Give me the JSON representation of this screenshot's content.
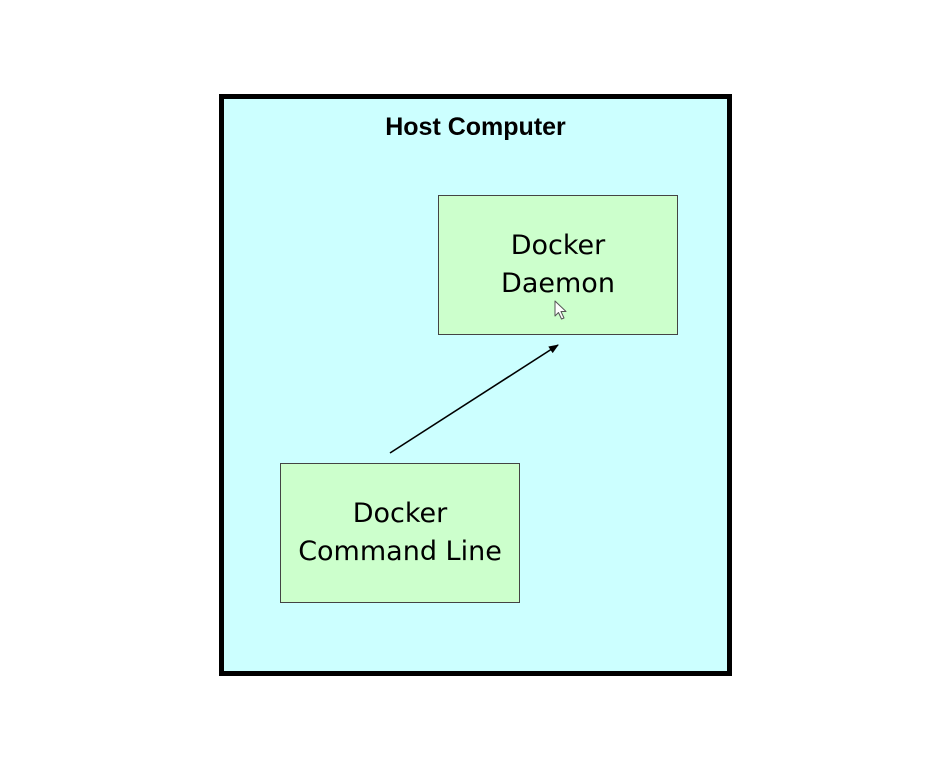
{
  "host": {
    "title": "Host Computer",
    "color": "#ccffff"
  },
  "daemon": {
    "line1": "Docker",
    "line2": "Daemon",
    "color": "#ccffcc"
  },
  "cli": {
    "line1": "Docker",
    "line2": "Command Line",
    "color": "#ccffcc"
  },
  "connector": {
    "from": "cli",
    "to": "daemon"
  },
  "cursor": {
    "icon": "mouse-pointer-icon"
  }
}
